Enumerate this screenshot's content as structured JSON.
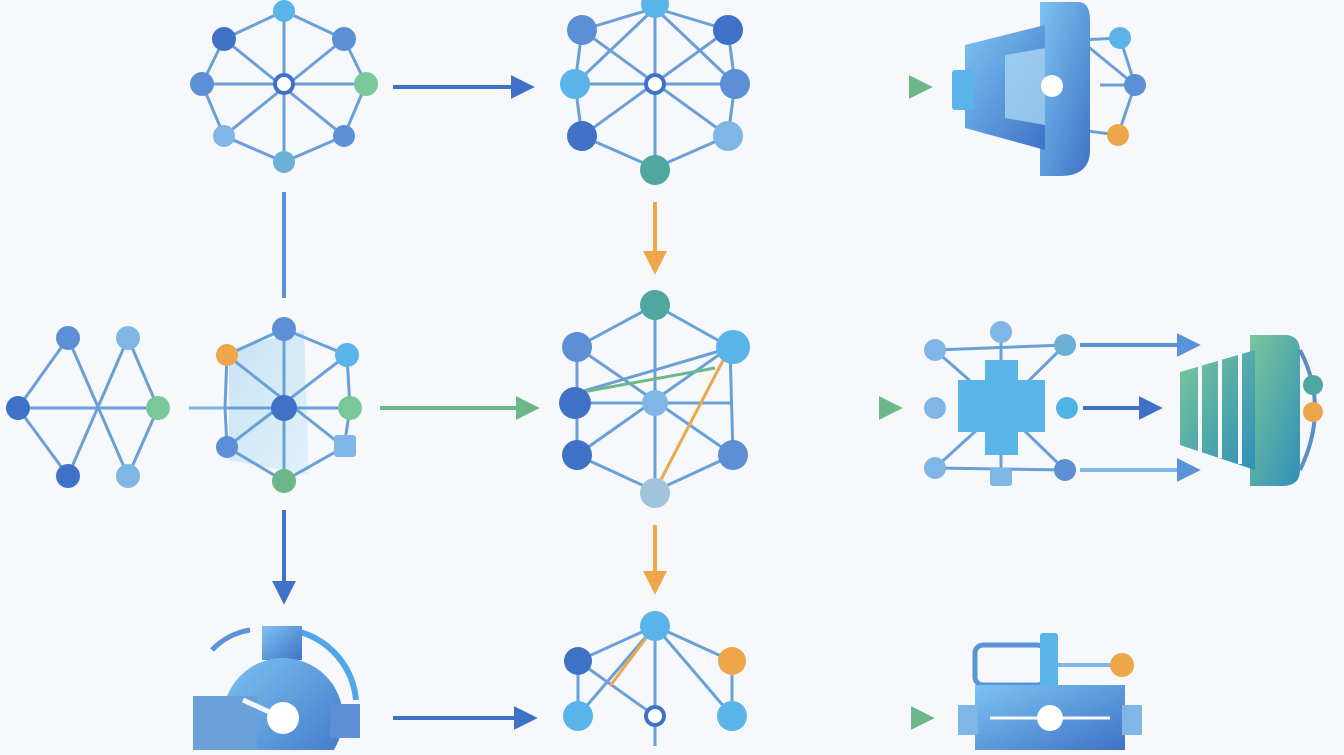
{
  "diagram": {
    "title": "",
    "nodes": [
      {
        "id": "hub-top-left",
        "shape": "wheel-network-icon"
      },
      {
        "id": "hub-top-middle",
        "shape": "wheel-network-icon"
      },
      {
        "id": "speaker-top-right",
        "shape": "speaker-network-icon"
      },
      {
        "id": "star-middle-far-left",
        "shape": "star-network-icon"
      },
      {
        "id": "hub-middle-left",
        "shape": "shielded-network-icon"
      },
      {
        "id": "hexagon-center",
        "shape": "hexagon-network-icon"
      },
      {
        "id": "cross-middle-right",
        "shape": "cross-network-icon"
      },
      {
        "id": "speaker-middle-far-right",
        "shape": "speaker-icon"
      },
      {
        "id": "gear-bottom-left",
        "shape": "gear-icon"
      },
      {
        "id": "hub-bottom-middle",
        "shape": "triangle-network-icon"
      },
      {
        "id": "device-bottom-right",
        "shape": "device-icon"
      }
    ],
    "edges": [
      {
        "from": "hub-top-left",
        "to": "hub-top-middle",
        "arrow": true,
        "color": "#3f72c6"
      },
      {
        "from": "hub-top-middle",
        "to": "speaker-top-right",
        "arrow": true,
        "color": "#6cb88a"
      },
      {
        "from": "hub-top-left",
        "to": "hub-middle-left",
        "arrow": false,
        "color": "#5c8fd6"
      },
      {
        "from": "hub-top-middle",
        "to": "hexagon-center",
        "arrow": true,
        "color": "#e8a24a"
      },
      {
        "from": "star-middle-far-left",
        "to": "hub-middle-left",
        "arrow": false,
        "color": "#7fb6e6"
      },
      {
        "from": "hub-middle-left",
        "to": "hexagon-center",
        "arrow": true,
        "color": "#6cb88a"
      },
      {
        "from": "hexagon-center",
        "to": "cross-middle-right",
        "arrow": true,
        "color": "#6cb88a"
      },
      {
        "from": "cross-middle-right",
        "to": "speaker-middle-far-right",
        "arrow": true,
        "color": "#3f72c6"
      },
      {
        "from": "hub-middle-left",
        "to": "gear-bottom-left",
        "arrow": true,
        "color": "#3f72c6"
      },
      {
        "from": "hexagon-center",
        "to": "hub-bottom-middle",
        "arrow": true,
        "color": "#e8a24a"
      },
      {
        "from": "gear-bottom-left",
        "to": "hub-bottom-middle",
        "arrow": true,
        "color": "#3f72c6"
      },
      {
        "from": "hub-bottom-middle",
        "to": "device-bottom-right",
        "arrow": true,
        "color": "#6cb88a"
      }
    ]
  },
  "colors": {
    "blue_dark": "#3f72c6",
    "blue": "#5c8fd6",
    "blue_light": "#7fb6e6",
    "sky": "#5ab4ea",
    "teal": "#4fa7a0",
    "green": "#6cb88a",
    "orange": "#eda64a",
    "line": "#6aa0d8"
  }
}
